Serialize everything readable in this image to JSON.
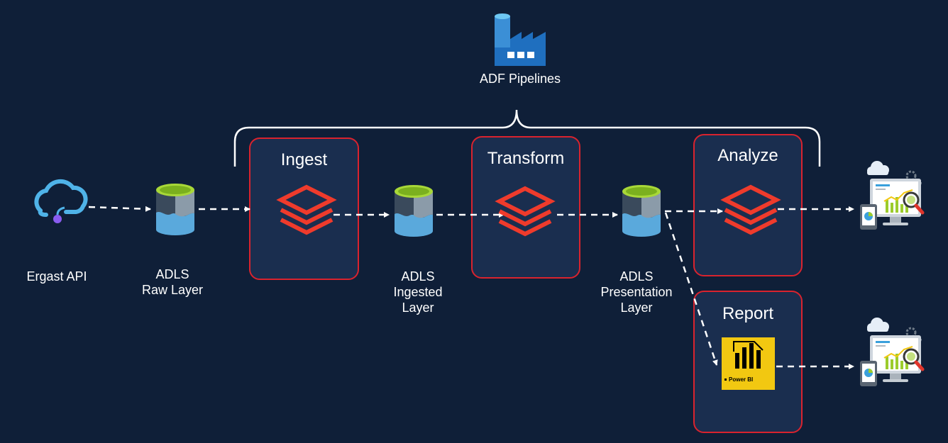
{
  "orchestrator": {
    "label": "ADF Pipelines",
    "icon": "data-factory-icon"
  },
  "stages": [
    {
      "id": "ingest",
      "title": "Ingest",
      "icon": "databricks-icon"
    },
    {
      "id": "transform",
      "title": "Transform",
      "icon": "databricks-icon"
    },
    {
      "id": "analyze",
      "title": "Analyze",
      "icon": "databricks-icon"
    },
    {
      "id": "report",
      "title": "Report",
      "icon": "power-bi-icon",
      "icon_text": "Power BI"
    }
  ],
  "nodes": [
    {
      "id": "api",
      "label": "Ergast API",
      "icon": "cloud-api-icon"
    },
    {
      "id": "raw",
      "label": "ADLS\nRaw Layer",
      "icon": "storage-icon"
    },
    {
      "id": "ingested",
      "label": "ADLS\nIngested\nLayer",
      "icon": "storage-icon"
    },
    {
      "id": "presentation",
      "label": "ADLS\nPresentation\nLayer",
      "icon": "storage-icon"
    }
  ],
  "outputs": [
    {
      "id": "dashboard-analyze",
      "icon": "dashboard-icon"
    },
    {
      "id": "dashboard-report",
      "icon": "dashboard-icon"
    }
  ],
  "colors": {
    "background": "#0f1f38",
    "box_fill": "#1a2e4f",
    "box_border": "#d9232e",
    "databricks": "#ef3b2c",
    "storage_top": "#9ccc2c",
    "storage_body": "#5aa9dc",
    "power_bi": "#f2c811",
    "accent": "#4fb3e8"
  }
}
